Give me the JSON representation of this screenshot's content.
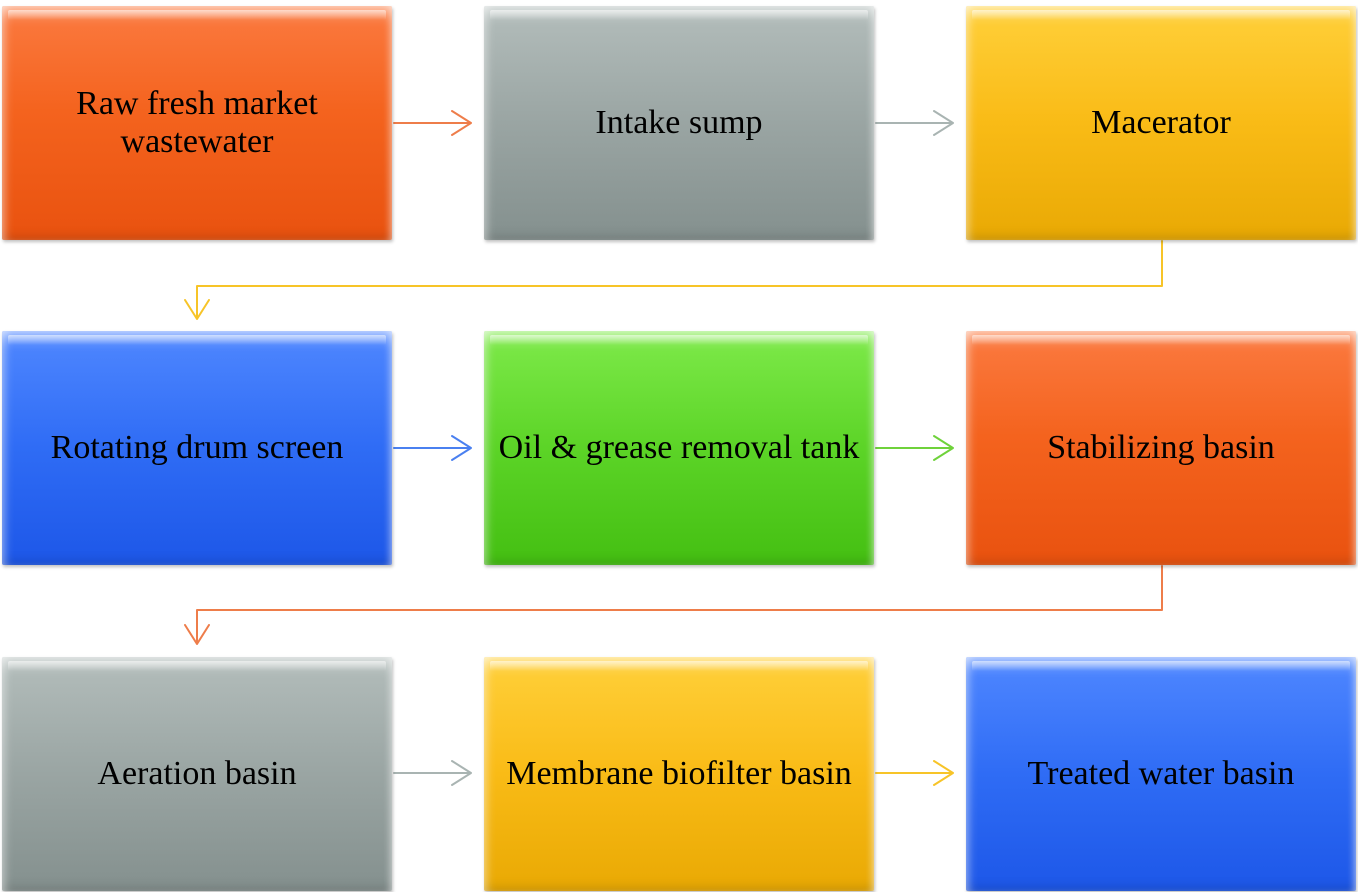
{
  "diagram": {
    "steps": [
      {
        "label": "Raw fresh market wastewater",
        "color": "#f4631e"
      },
      {
        "label": "Intake sump",
        "color": "#9aa5a3"
      },
      {
        "label": "Macerator",
        "color": "#f9bb16"
      },
      {
        "label": "Rotating drum screen",
        "color": "#2f6cf5"
      },
      {
        "label": "Oil & grease removal tank",
        "color": "#5cd427"
      },
      {
        "label": "Stabilizing basin",
        "color": "#f4631e"
      },
      {
        "label": "Aeration basin",
        "color": "#9aa5a3"
      },
      {
        "label": "Membrane biofilter basin",
        "color": "#f9bb16"
      },
      {
        "label": "Treated water basin",
        "color": "#2f6cf5"
      }
    ],
    "connector_colors": {
      "raw-to-intake": "#ee7d4a",
      "intake-to-macerator": "#a9b4b2",
      "macerator-to-drum": "#f7c428",
      "drum-to-oil": "#4a80f0",
      "oil-to-stabilizing": "#6fd23b",
      "stabilizing-to-aeration": "#ee7d4a",
      "aeration-to-membrane": "#a9b4b2",
      "membrane-to-treated": "#f7c428"
    }
  }
}
